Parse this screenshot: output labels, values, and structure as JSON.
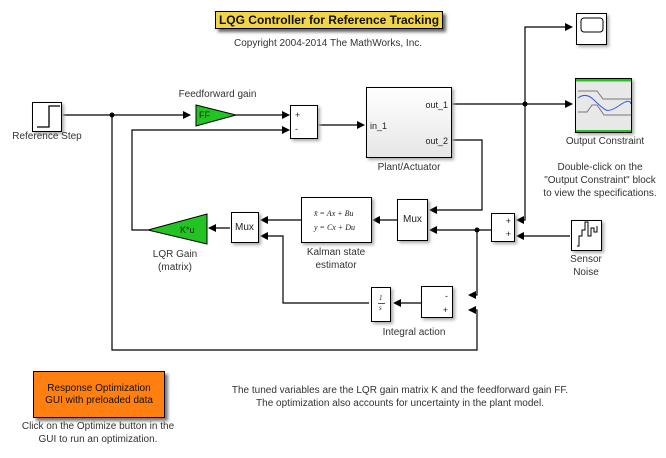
{
  "title": "LQG Controller for Reference Tracking",
  "copyright": "Copyright 2004-2014 The MathWorks, Inc.",
  "blocks": {
    "reference_step": {
      "label": "Reference Step"
    },
    "feedforward_gain": {
      "label": "Feedforward gain",
      "text": "FF",
      "color": "#22c322"
    },
    "sum1": {
      "signs": [
        "+",
        "-"
      ]
    },
    "plant": {
      "label": "Plant/Actuator",
      "in": "in_1",
      "out1": "out_1",
      "out2": "out_2"
    },
    "scope": {
      "label": ""
    },
    "output_constraint": {
      "label": "Output Constraint"
    },
    "lqr_gain": {
      "label_line1": "LQR Gain",
      "label_line2": "(matrix)",
      "text": "K*u",
      "color": "#22c322"
    },
    "mux1": {
      "text": "Mux"
    },
    "kalman": {
      "eq1": "x̄ = Ax + Bu",
      "eq2": "y = Cx + Du",
      "label_line1": "Kalman state",
      "label_line2": "estimator"
    },
    "mux2": {
      "text": "Mux"
    },
    "sum_noise": {
      "signs": [
        "+",
        "+"
      ]
    },
    "sensor_noise": {
      "label_line1": "Sensor",
      "label_line2": "Noise"
    },
    "integrator": {
      "num": "1",
      "den": "s"
    },
    "sum_int": {
      "signs": [
        "-",
        "+"
      ]
    },
    "integral_action": {
      "label": "Integral action"
    }
  },
  "notes": {
    "constraint_hint": [
      "Double-click on the",
      "\"Output Constraint\" block",
      "to view the specifications."
    ],
    "tuned_vars": [
      "The tuned variables are the LQR gain matrix K and the feedforward gain FF.",
      "The optimization also accounts for uncertainty in the plant model."
    ],
    "optimize_hint": [
      "Click on the Optimize button in the",
      "GUI to run an optimization."
    ]
  },
  "optimization_button": {
    "line1": "Response Optimization",
    "line2": "GUI with preloaded data",
    "color": "#ff7f10"
  }
}
